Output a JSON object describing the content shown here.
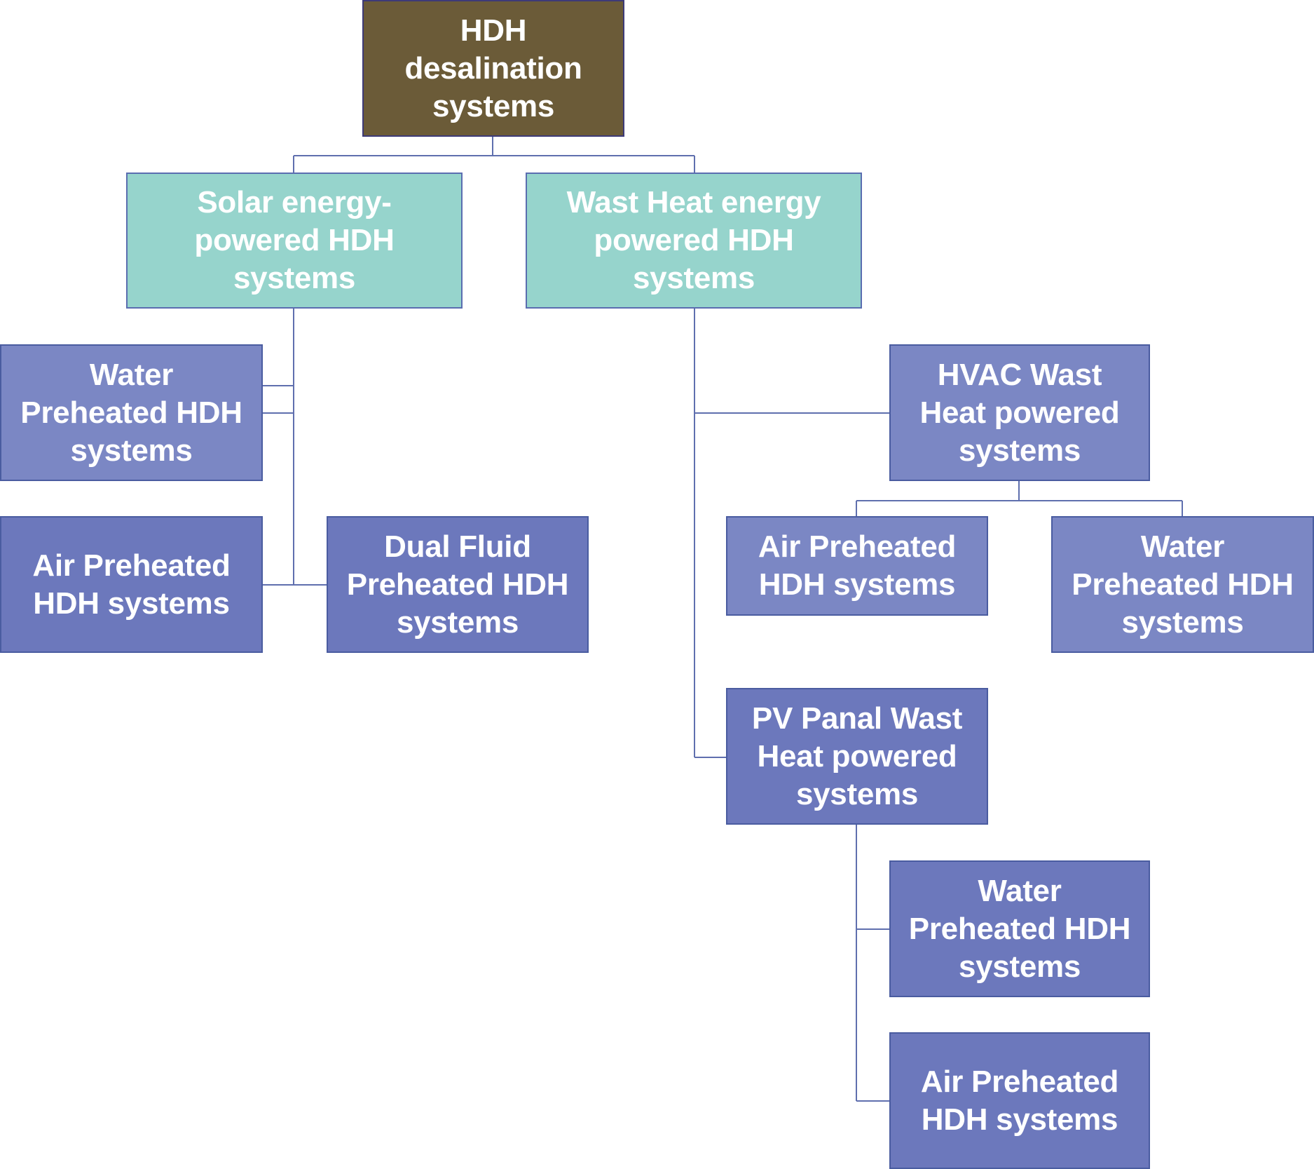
{
  "colors": {
    "root": "#6b5b38",
    "category": "#96d4cc",
    "type_a": "#6c78bc",
    "type_b": "#7b87c4",
    "connector": "#5f6fae",
    "text": "#ffffff"
  },
  "nodes": {
    "root": "HDH\ndesalination\nsystems",
    "solar": "Solar energy-\npowered HDH\nsystems",
    "waste_heat": "Wast Heat energy\npowered HDH\nsystems",
    "solar_water": "Water\nPreheated HDH\nsystems",
    "solar_air": "Air  Preheated\nHDH systems",
    "solar_dual": "Dual Fluid\nPreheated HDH\nsystems",
    "hvac": "HVAC Wast\nHeat  powered\nsystems",
    "hvac_air": "Air  Preheated\nHDH systems",
    "hvac_water": "Water\nPreheated HDH\nsystems",
    "pv": "PV Panal Wast\nHeat  powered\nsystems",
    "pv_water": "Water\nPreheated HDH\nsystems",
    "pv_air": "Air  Preheated\nHDH systems"
  }
}
